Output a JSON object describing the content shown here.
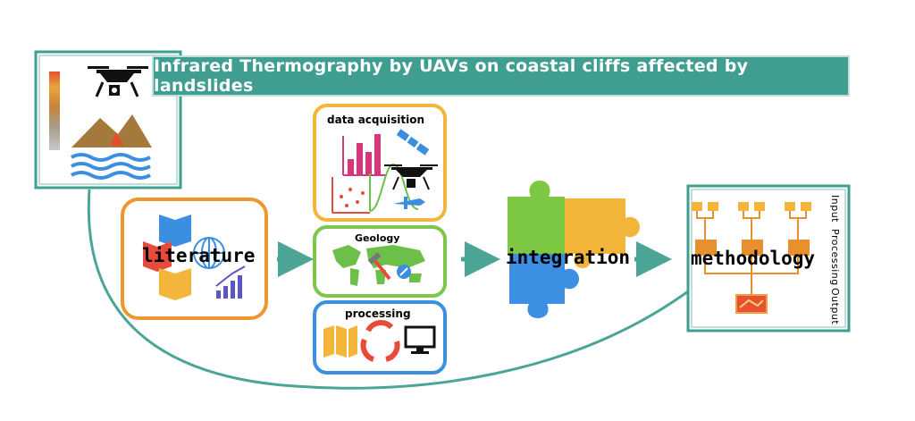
{
  "title": "Infrared Thermography by UAVs on coastal cliffs affected by landslides",
  "nodes": {
    "literature": "literature",
    "data_acquisition": "data acquisition",
    "geology": "Geology",
    "processing": "processing",
    "integration": "integration",
    "methodology": "methodology"
  },
  "methodology_stages": [
    "Input",
    "Processing",
    "Output"
  ],
  "colors": {
    "teal": "#3f9e8f",
    "orange": "#f0962e",
    "yellow": "#f3b63a",
    "green": "#7dc64a",
    "blue": "#3b8ee0",
    "puzzle_green": "#7cc843",
    "puzzle_yellow": "#f2b53a",
    "puzzle_blue": "#3d8fe3"
  }
}
